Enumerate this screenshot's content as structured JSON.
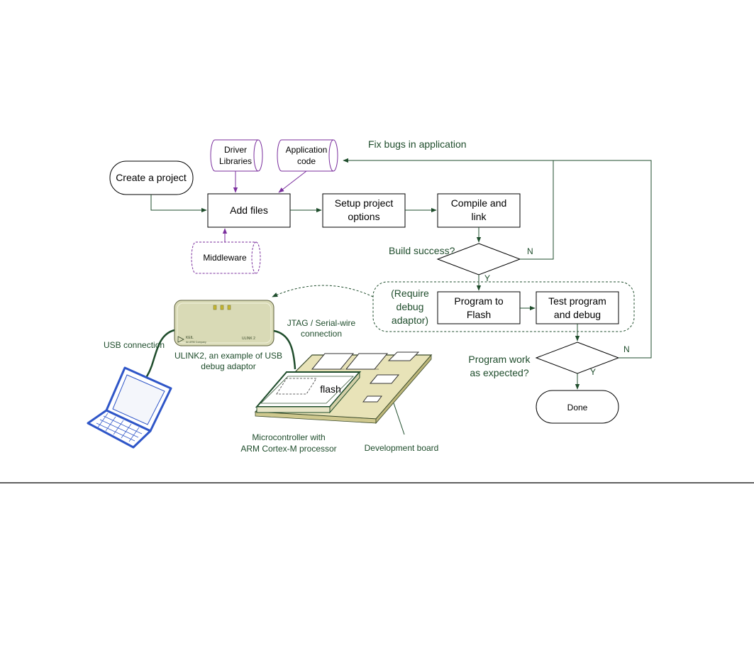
{
  "nodes": {
    "create_project": "Create a project",
    "add_files": "Add files",
    "setup_options": [
      "Setup project",
      "options"
    ],
    "compile_link": [
      "Compile and",
      "link"
    ],
    "program_flash": [
      "Program to",
      "Flash"
    ],
    "test_debug": [
      "Test program",
      "and debug"
    ],
    "done": "Done"
  },
  "datastores": {
    "driver_libraries": [
      "Driver",
      "Libraries"
    ],
    "application_code": [
      "Application",
      "code"
    ],
    "middleware": "Middleware"
  },
  "decisions": {
    "build_success": "Build success?",
    "program_work": [
      "Program work",
      "as expected?"
    ]
  },
  "branch_labels": {
    "build_no": "N",
    "build_yes": "Y",
    "work_no": "N",
    "work_yes": "Y"
  },
  "group_labels": {
    "require_debug": [
      "(Require",
      "debug",
      "adaptor)"
    ],
    "fix_bugs": "Fix bugs in application"
  },
  "hardware": {
    "usb_connection": "USB connection",
    "ulink_caption": [
      "ULINK2, an example of USB",
      "debug adaptor"
    ],
    "jtag": [
      "JTAG / Serial-wire",
      "connection"
    ],
    "flash": "flash",
    "microcontroller": [
      "Microcontroller with",
      "ARM Cortex-M processor"
    ],
    "dev_board": "Development board",
    "ulink_brand": "KEIL",
    "ulink_company": "An ARM Company",
    "ulink_model": "ULINK 2"
  },
  "colors": {
    "flow_arrow": "#1f4d2c",
    "datastore": "#7b2f9e",
    "ulink_body": "#d9dab6",
    "laptop_frame": "#2f56c8",
    "board_fill": "#e8e3b8"
  }
}
